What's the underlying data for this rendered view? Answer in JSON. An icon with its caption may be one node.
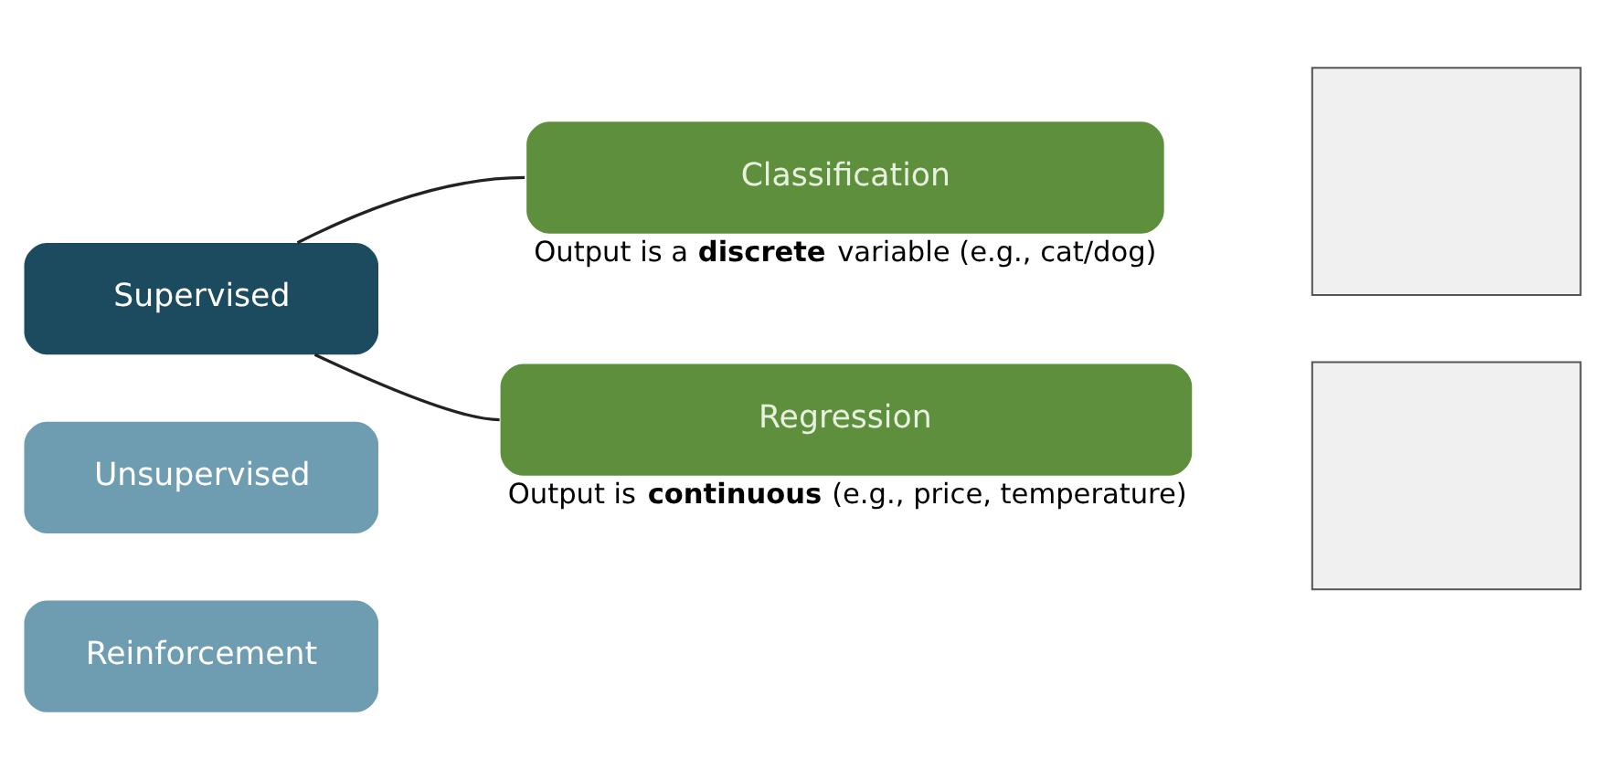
{
  "diagram": {
    "nodes": [
      {
        "text": [
          "Supervised"
        ]
      },
      {
        "text": [
          "Unsupervised"
        ]
      },
      {
        "text": [
          "Reinforcement"
        ]
      },
      {
        "text": [
          "Classification"
        ],
        "beside": [
          "Output is a **discrete** variable (e.g., cat/dog)"
        ]
      },
      {
        "text": [
          "Regression"
        ],
        "beside": [
          "Output is **continuous** (e.g., price, temperature)"
        ]
      },
      {
        "text": [],
        "shape": "box"
      },
      {
        "text": [],
        "shape": "box"
      }
    ],
    "edges": [
      {
        "from": 0,
        "to": 3,
        "arrow": "none"
      },
      {
        "from": 0,
        "to": 4,
        "arrow": "none"
      }
    ]
  }
}
